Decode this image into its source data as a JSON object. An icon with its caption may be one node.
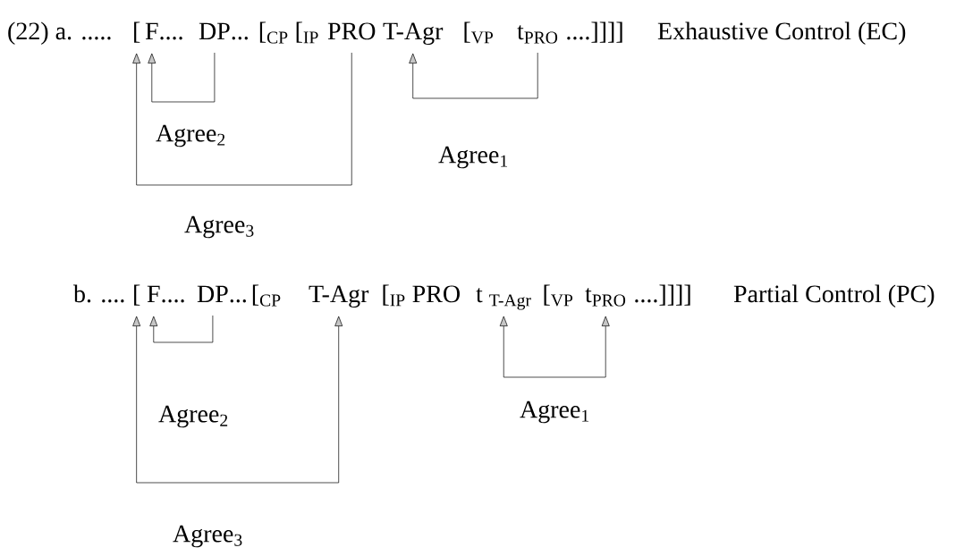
{
  "diagram": {
    "nodes": [
      {
        "text": [
          "["
        ]
      },
      {
        "text": [
          "F"
        ]
      },
      {
        "text": [
          "DP"
        ]
      },
      {
        "text": [
          "PRO"
        ]
      },
      {
        "text": [
          "T-Agr"
        ]
      },
      {
        "text": [
          "t$_{PRO}$"
        ]
      },
      {
        "text": [
          "["
        ]
      },
      {
        "text": [
          "F"
        ]
      },
      {
        "text": [
          "DP"
        ]
      },
      {
        "text": [
          "T-Agr"
        ]
      },
      {
        "text": [
          "t $_{T-Agr}$"
        ]
      },
      {
        "text": [
          "t$_{PRO}$"
        ]
      }
    ],
    "edges": [
      {
        "from": 2,
        "to": 1,
        "arrow": "to",
        "label": "Agree$_{2}$"
      },
      {
        "from": 5,
        "to": 4,
        "arrow": "to",
        "label": "Agree$_{1}$"
      },
      {
        "from": 3,
        "to": 0,
        "arrow": "to",
        "label": "Agree$_{3}$"
      },
      {
        "from": 8,
        "to": 7,
        "arrow": "to",
        "label": "Agree$_{2}$"
      },
      {
        "from": 10,
        "to": 11,
        "arrow": "both",
        "label": "Agree$_{1}$"
      },
      {
        "from": 6,
        "to": 9,
        "arrow": "both",
        "label": "Agree$_{3}$"
      }
    ],
    "labels": [
      "(22) a. .....",
      "....",
      "...",
      "[$_{CP}$ [$_{IP}$",
      "[$_{VP}$",
      "....]]]]",
      "Exhaustive Control (EC)",
      "b. ....",
      "....",
      "...",
      "[$_{CP}$",
      "[$_{IP}$ PRO",
      "[$_{VP}$",
      "....]]]]",
      "Partial Control (PC)"
    ]
  }
}
